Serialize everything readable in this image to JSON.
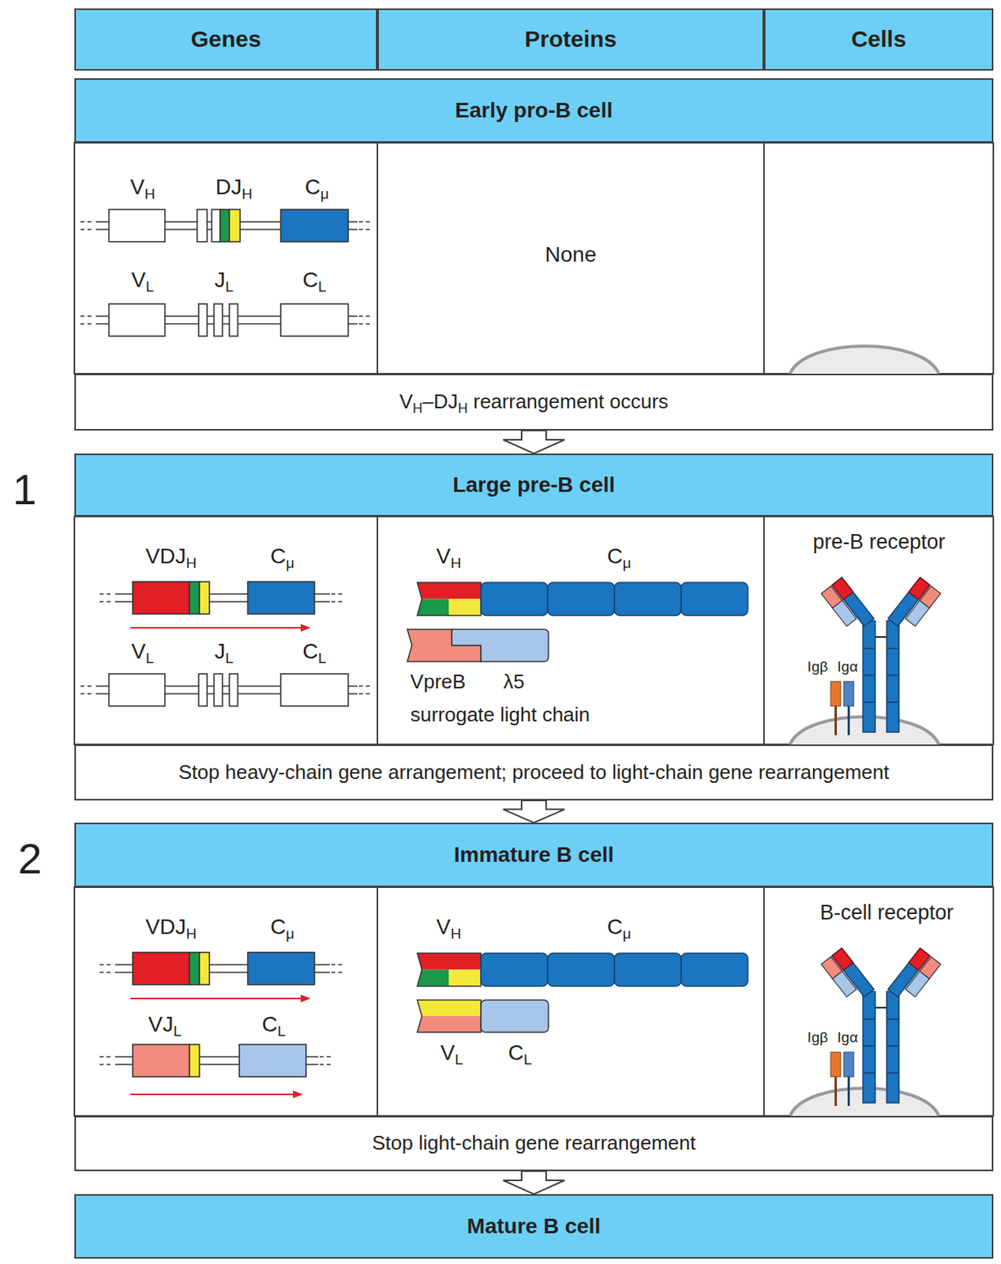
{
  "diagram": {
    "nodes": [
      {
        "text": [
          "Genes"
        ]
      },
      {
        "text": [
          "Proteins"
        ]
      },
      {
        "text": [
          "Cells"
        ]
      },
      {
        "text": [
          "Early pro-B cell"
        ]
      },
      {
        "text": [
          "VH–DJH rearrangement occurs"
        ]
      },
      {
        "text": [
          "Large pre-B cell"
        ]
      },
      {
        "text": [
          "Stop heavy-chain gene arrangement; proceed to light-chain gene rearrangement"
        ]
      },
      {
        "text": [
          "Immature B cell"
        ]
      },
      {
        "text": [
          "Stop light-chain gene rearrangement"
        ]
      },
      {
        "text": [
          "Mature B cell"
        ]
      }
    ],
    "edges": [
      {
        "from": 4,
        "to": 5,
        "arrow": "to"
      },
      {
        "from": 6,
        "to": 7,
        "arrow": "to"
      },
      {
        "from": 8,
        "to": 9,
        "arrow": "to"
      }
    ],
    "labels": [
      "1",
      "2",
      "VH",
      "DJH",
      "Cμ",
      "VL",
      "JL",
      "CL",
      "None",
      "VDJH",
      "Cμ",
      "VL",
      "JL",
      "CL",
      "VH",
      "Cμ",
      "VpreB",
      "λ5",
      "surrogate light chain",
      "pre-B receptor",
      "Igβ",
      "Igα",
      "VDJH",
      "Cμ",
      "VJL",
      "CL",
      "VH",
      "Cμ",
      "VL",
      "CL",
      "B-cell receptor",
      "Igβ",
      "Igα"
    ]
  }
}
